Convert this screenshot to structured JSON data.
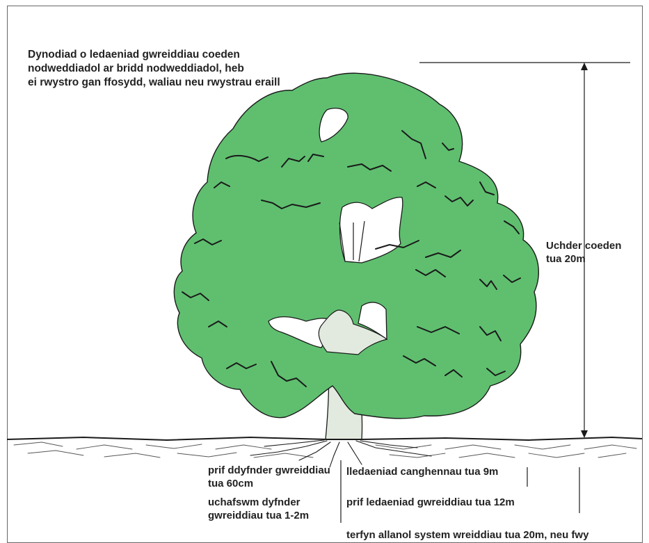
{
  "diagram": {
    "title_lines": [
      "Dynodiad o ledaeniad gwreiddiau coeden",
      "nodweddiadol ar bridd nodweddiadol, heb",
      "ei rwystro gan ffosydd, waliau neu rwystrau eraill"
    ],
    "height_label_lines": [
      "Uchder coeden",
      "tua 20m"
    ],
    "root_depth_label_lines": [
      "prif ddyfnder gwreiddiau",
      "tua 60cm"
    ],
    "max_depth_label_lines": [
      "uchafswm dyfnder",
      "gwreiddiau tua 1-2m"
    ],
    "branch_spread_label": "lledaeniad canghennau tua 9m",
    "root_spread_label": "prif ledaeniad gwreiddiau tua 12m",
    "outer_limit_label": "terfyn allanol system wreiddiau tua 20m, neu fwy",
    "colors": {
      "canopy": "#5fbf6f",
      "trunk": "#e2eadf",
      "outline": "#1a1a1a",
      "text": "#222222"
    }
  }
}
